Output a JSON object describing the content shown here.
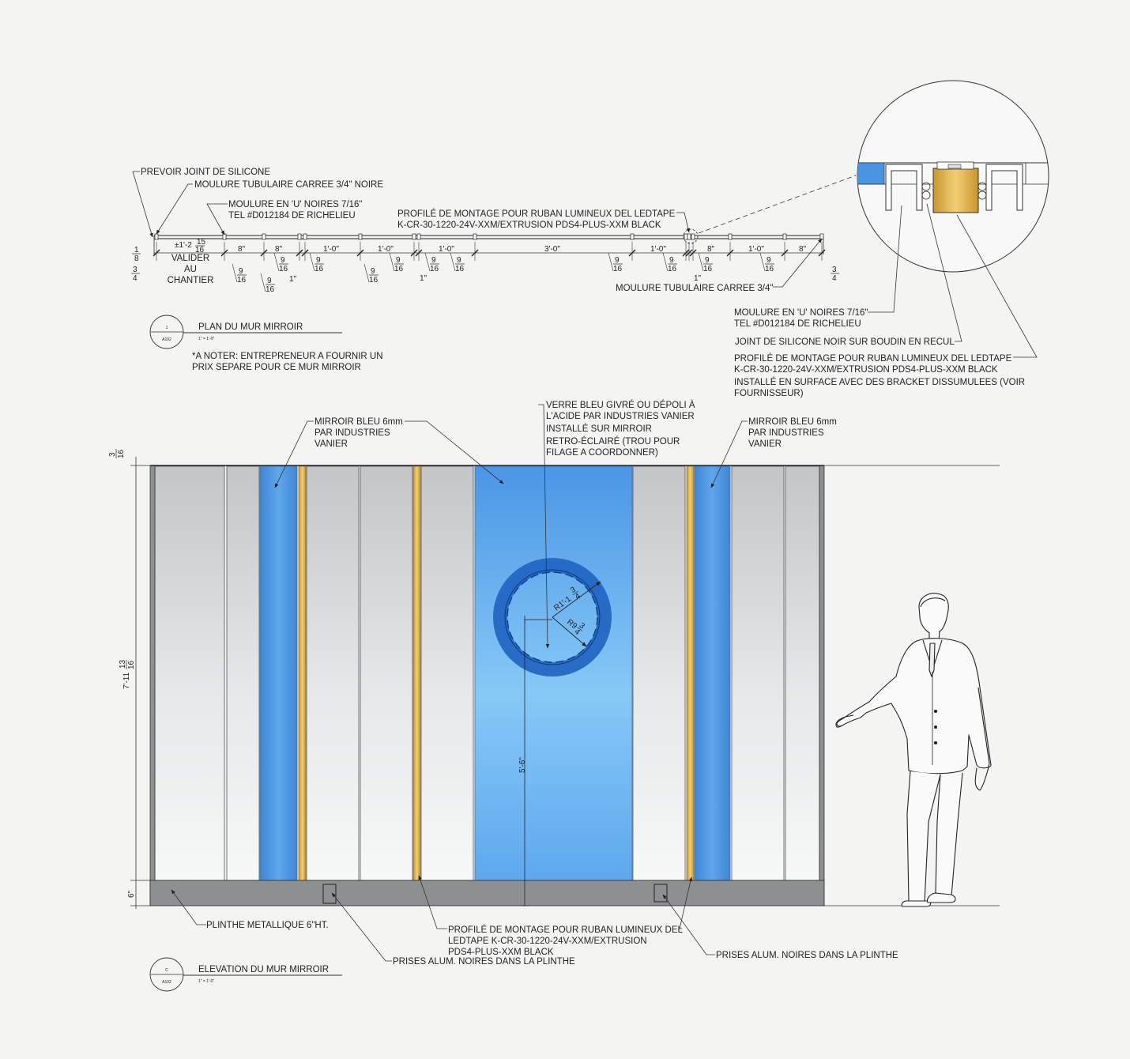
{
  "plan": {
    "notes": {
      "silicone": "PREVOIR JOINT DE SILICONE",
      "tube_molding": "MOULURE TUBULAIRE CARREE 3/4\" NOIRE",
      "u_molding_1": "MOULURE EN 'U' NOIRES 7/16\"",
      "u_molding_2": "TEL #D012184 DE RICHELIEU",
      "profile_1": "PROFILÉ DE MONTAGE POUR RUBAN LUMINEUX DEL LEDTAPE",
      "profile_2": "K-CR-30-1220-24V-XXM/EXTRUSION PDS4-PLUS-XXM BLACK",
      "tube_molding_right": "MOULURE TUBULAIRE CARREE 3/4\"",
      "valider_1": "VALIDER",
      "valider_2": "AU",
      "valider_3": "CHANTIER"
    },
    "dims": {
      "first_whole": "±1'-2",
      "first_num": "15",
      "first_den": "16",
      "d1": "8\"",
      "d2": "8\"",
      "d3": "1'-0\"",
      "d4": "1'-0\"",
      "d5": "1'-0\"",
      "d6": "3'-0\"",
      "d7": "1'-0\"",
      "d8": "8\"",
      "d9": "1'-0\"",
      "d10": "8\"",
      "frac_num": "9",
      "frac_den": "16",
      "one_inch": "1\"",
      "left_top_num": "1",
      "left_top_den": "8",
      "left_bot_num": "3",
      "left_bot_den": "4",
      "right_num": "3",
      "right_den": "4"
    },
    "title": {
      "tag_num": "1",
      "tag_sheet": "A102",
      "name": "PLAN DU MUR MIRROIR",
      "scale": "1\" = 1'-0\"",
      "note_1": "*A NOTER: ENTREPRENEUR A FOURNIR UN",
      "note_2": "PRIX SEPARE POUR CE MUR  MIRROIR"
    }
  },
  "detail": {
    "u_1": "MOULURE EN 'U' NOIRES 7/16\"",
    "u_2": "TEL #D012184 DE RICHELIEU",
    "joint": "JOINT DE SILICONE NOIR SUR BOUDIN EN RECUL",
    "p_1": "PROFILÉ DE MONTAGE POUR RUBAN LUMINEUX DEL LEDTAPE",
    "p_2": "K-CR-30-1220-24V-XXM/EXTRUSION PDS4-PLUS-XXM BLACK",
    "p_3": "INSTALLÉ EN SURFACE AVEC DES BRACKET DISSUMULEES (VOIR",
    "p_4": "FOURNISSEUR)"
  },
  "elevation": {
    "notes": {
      "verre_1": "VERRE BLEU GIVRÉ OU DÉPOLI À",
      "verre_2": "L'ACIDE PAR INDUSTRIES VANIER",
      "verre_3": "INSTALLÉ SUR MIRROIR",
      "verre_4": "RETRO-ÉCLAIRÉ (TROU POUR",
      "verre_5": "FILAGE A COORDONNER)",
      "miroir_l_1": "MIRROIR BLEU  6mm",
      "miroir_l_2": "PAR INDUSTRIES",
      "miroir_l_3": "VANIER",
      "miroir_r_1": "MIRROIR BLEU  6mm",
      "miroir_r_2": "PAR INDUSTRIES",
      "miroir_r_3": "VANIER",
      "plinthe": "PLINTHE METALLIQUE 6\"HT.",
      "profile_1": "PROFILÉ DE MONTAGE POUR RUBAN LUMINEUX DEL",
      "profile_2": "LEDTAPE K-CR-30-1220-24V-XXM/EXTRUSION",
      "profile_3": "PDS4-PLUS-XXM BLACK",
      "prises_l": "PRISES ALUM. NOIRES DANS LA PLINTHE",
      "prises_r": "PRISES ALUM. NOIRES DANS LA PLINTHE"
    },
    "dims": {
      "top_num": "3",
      "top_den": "16",
      "height_whole": "7'-11",
      "height_num": "13",
      "height_den": "16",
      "base": "6\"",
      "center_height": "5'-6\"",
      "r_outer_whole": "R1'-1",
      "r_outer_num": "3",
      "r_outer_den": "4",
      "r_inner_whole": "R9",
      "r_inner_num": "3",
      "r_inner_den": "4"
    },
    "title": {
      "tag_num": "C",
      "tag_sheet": "A102",
      "name": "ELEVATION DU MUR MIRROIR",
      "scale": "1\" = 1'-0\""
    }
  },
  "colors": {
    "background": "#f4f5f3",
    "mirror_blue": "#4f95e0",
    "glass_blue": "#7cc3f6",
    "ring_blue": "#2b72cc",
    "led_gold": "#e2b856",
    "plinth_grey": "#8e8f91",
    "panel_grey": "#c9cbcd"
  }
}
